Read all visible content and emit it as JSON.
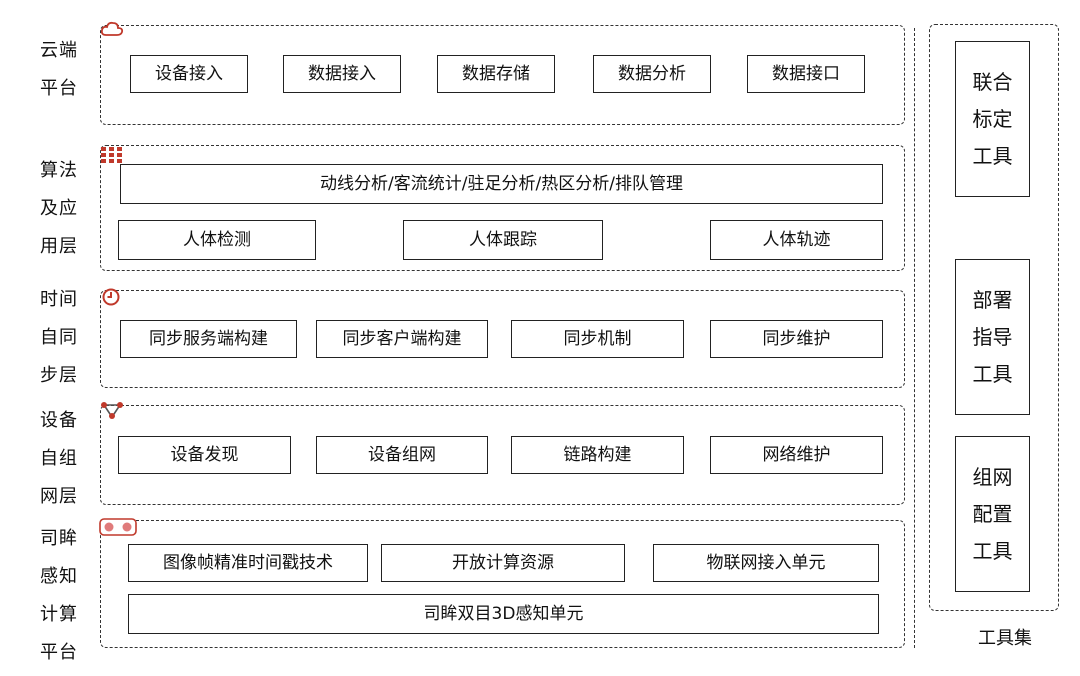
{
  "layers": [
    {
      "label": [
        "云端",
        "平台"
      ],
      "icon": "cloud-icon",
      "items": [
        "设备接入",
        "数据接入",
        "数据存储",
        "数据分析",
        "数据接口"
      ]
    },
    {
      "label": [
        "算法",
        "及应",
        "用层"
      ],
      "icon": "grid-icon",
      "wide": "动线分析/客流统计/驻足分析/热区分析/排队管理",
      "items": [
        "人体检测",
        "人体跟踪",
        "人体轨迹"
      ]
    },
    {
      "label": [
        "时间",
        "自同",
        "步层"
      ],
      "icon": "clock-icon",
      "items": [
        "同步服务端构建",
        "同步客户端构建",
        "同步机制",
        "同步维护"
      ]
    },
    {
      "label": [
        "设备",
        "自组",
        "网层"
      ],
      "icon": "network-triangle-icon",
      "items": [
        "设备发现",
        "设备组网",
        "链路构建",
        "网络维护"
      ]
    },
    {
      "label": [
        "司眸",
        "感知",
        "计算",
        "平台"
      ],
      "icon": "camera-lens-icon",
      "items": [
        "图像帧精准时间戳技术",
        "开放计算资源",
        "物联网接入单元"
      ],
      "wide": "司眸双目3D感知单元"
    }
  ],
  "tools": [
    [
      "联合",
      "标定",
      "工具"
    ],
    [
      "部署",
      "指导",
      "工具"
    ],
    [
      "组网",
      "配置",
      "工具"
    ]
  ],
  "toolset_label": "工具集",
  "accent_color": "#c0392b"
}
